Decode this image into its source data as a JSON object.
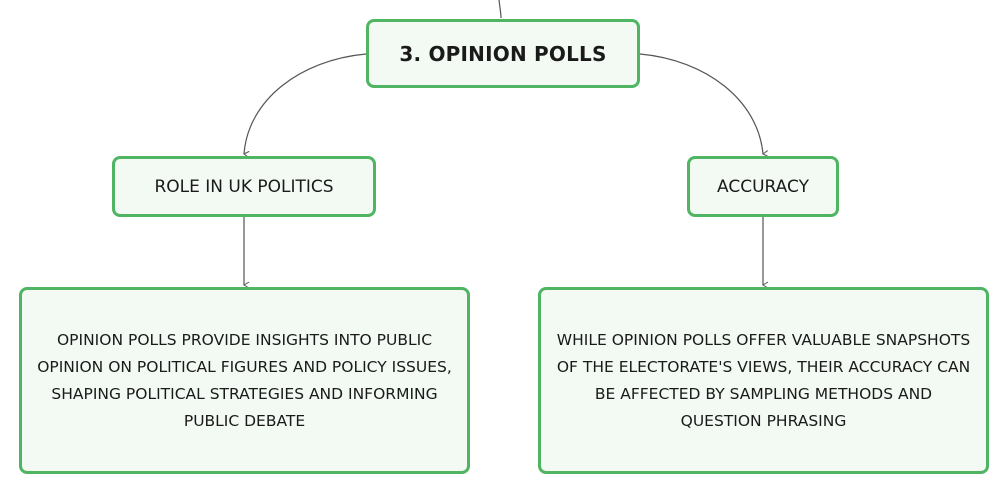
{
  "colors": {
    "node_border": "#4fb563",
    "node_fill": "#f3faf4",
    "connector": "#555555",
    "text": "#1a1a1a"
  },
  "root": {
    "label": "3. OPINION POLLS"
  },
  "branches": [
    {
      "label": "ROLE IN UK POLITICS",
      "detail": "OPINION POLLS PROVIDE INSIGHTS INTO PUBLIC OPINION ON POLITICAL FIGURES AND POLICY ISSUES, SHAPING POLITICAL STRATEGIES AND INFORMING PUBLIC DEBATE"
    },
    {
      "label": "ACCURACY",
      "detail": "WHILE OPINION POLLS OFFER VALUABLE SNAPSHOTS OF THE ELECTORATE'S VIEWS, THEIR ACCURACY CAN BE AFFECTED BY SAMPLING METHODS AND QUESTION PHRASING"
    }
  ]
}
